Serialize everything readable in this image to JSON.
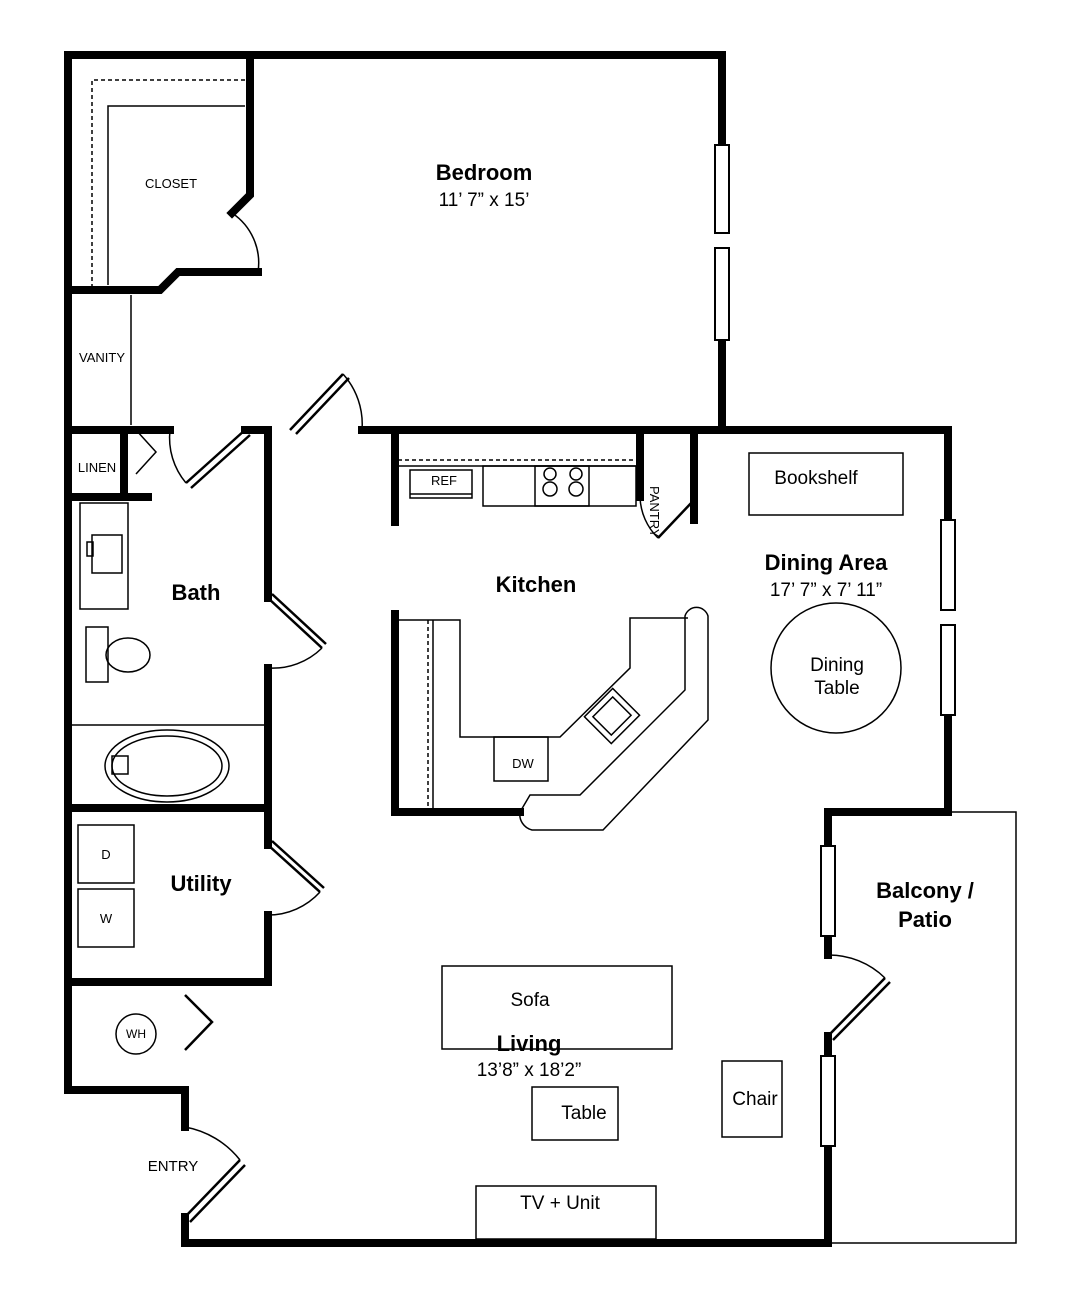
{
  "rooms": {
    "bedroom": {
      "name": "Bedroom",
      "dim": "11’ 7” x 15’"
    },
    "bath": {
      "name": "Bath"
    },
    "kitchen": {
      "name": "Kitchen"
    },
    "dining": {
      "name": "Dining Area",
      "dim": "17’ 7” x 7’ 11”"
    },
    "utility": {
      "name": "Utility"
    },
    "living": {
      "name": "Living",
      "dim": "13’8” x 18’2”"
    },
    "balcony": {
      "name_line1": "Balcony /",
      "name_line2": "Patio"
    }
  },
  "fixtures": {
    "closet": "CLOSET",
    "vanity": "VANITY",
    "linen": "LINEN",
    "pantry": "PANTRY",
    "ref": "REF",
    "dw": "DW",
    "dryer": "D",
    "washer": "W",
    "wh": "WH",
    "entry": "ENTRY"
  },
  "furniture": {
    "bookshelf": "Bookshelf",
    "dining_table_line1": "Dining",
    "dining_table_line2": "Table",
    "sofa": "Sofa",
    "table": "Table",
    "chair": "Chair",
    "tv_unit": "TV + Unit"
  }
}
